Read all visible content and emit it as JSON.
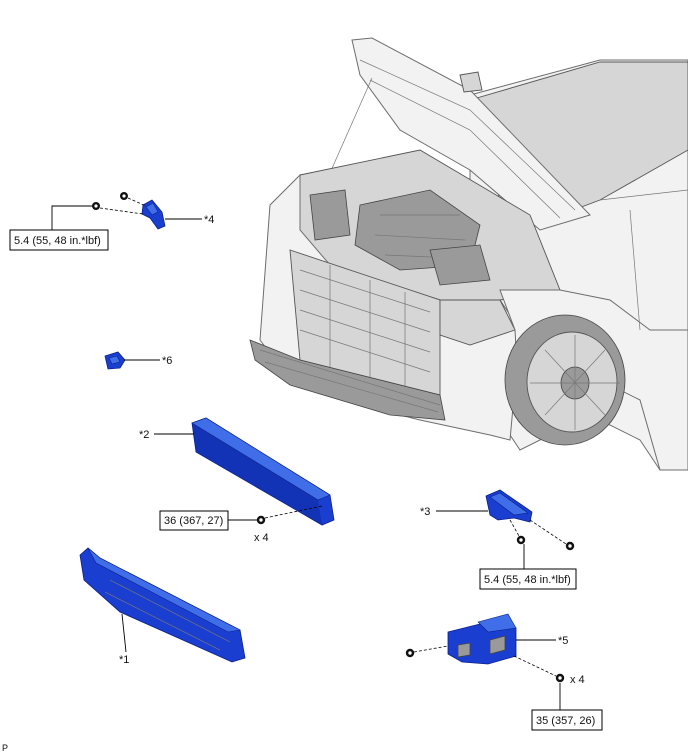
{
  "labels": {
    "part1": "*1",
    "part2": "*2",
    "part3": "*3",
    "part4": "*4",
    "part5": "*5",
    "part6": "*6"
  },
  "torques": {
    "bracket_upper_left": "5.4 (55, 48 in.*lbf)",
    "bracket_right": "5.4 (55, 48 in.*lbf)",
    "reinforcement": "36 (367, 27)",
    "lower_bracket": "35 (357, 26)"
  },
  "quantities": {
    "reinforcement": "x 4",
    "lower_bracket": "x 4"
  },
  "figure_code": "P",
  "colors": {
    "part_blue": "#1a3fd0",
    "vehicle_gray": "#f2f2f2"
  }
}
